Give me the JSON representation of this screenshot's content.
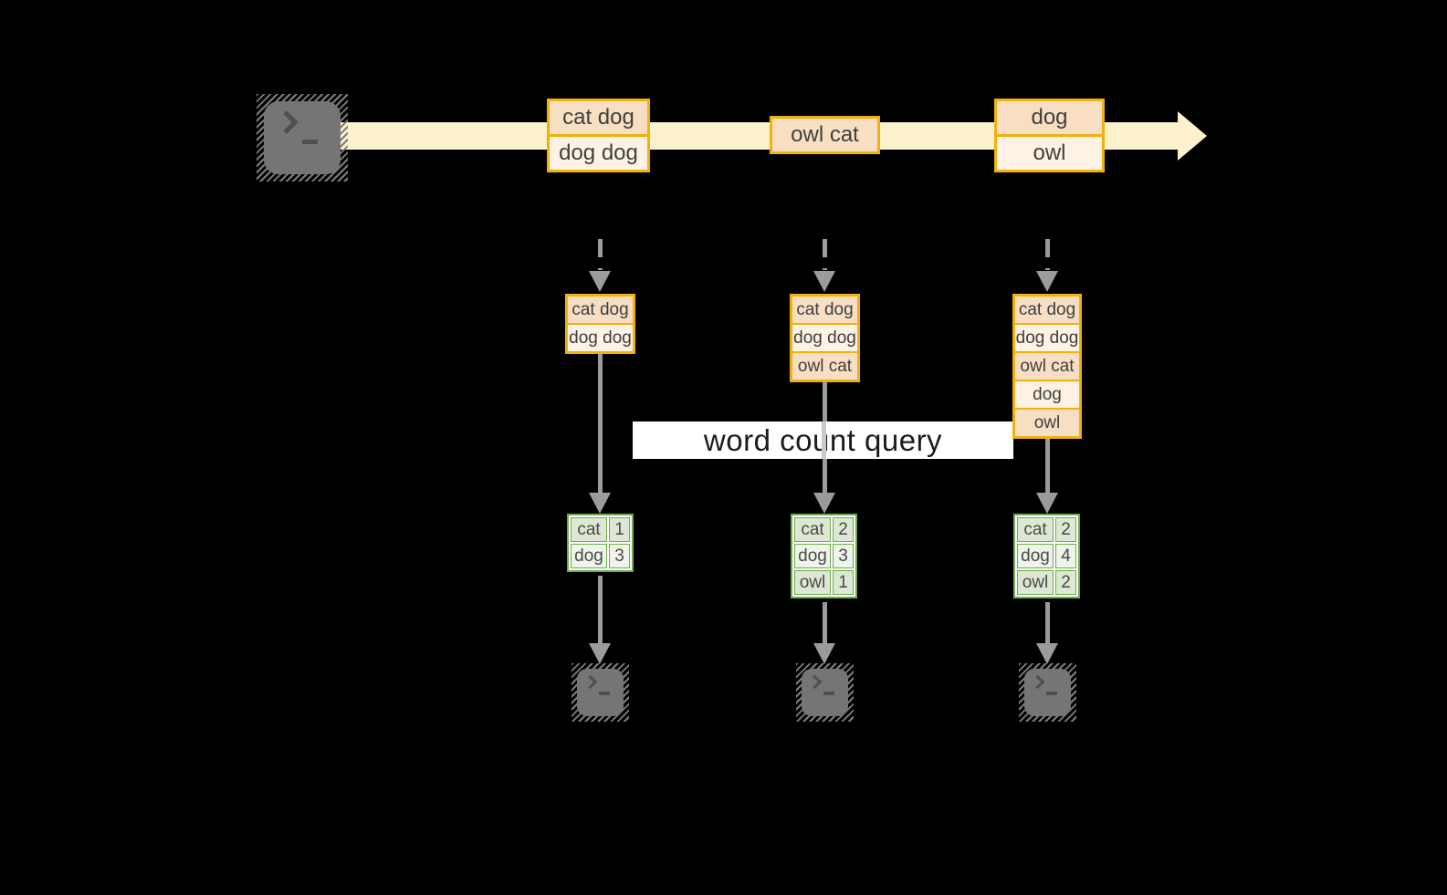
{
  "query_label": "word count query",
  "stream": {
    "batches": [
      {
        "rows": [
          "cat dog",
          "dog dog"
        ]
      },
      {
        "rows": [
          "owl cat"
        ]
      },
      {
        "rows": [
          "dog",
          "owl"
        ]
      }
    ]
  },
  "columns": [
    {
      "input_rows": [
        "cat dog",
        "dog dog"
      ],
      "counts": [
        [
          "cat",
          "1"
        ],
        [
          "dog",
          "3"
        ]
      ]
    },
    {
      "input_rows": [
        "cat dog",
        "dog dog",
        "owl cat"
      ],
      "counts": [
        [
          "cat",
          "2"
        ],
        [
          "dog",
          "3"
        ],
        [
          "owl",
          "1"
        ]
      ]
    },
    {
      "input_rows": [
        "cat dog",
        "dog dog",
        "owl cat",
        "dog",
        "owl"
      ],
      "counts": [
        [
          "cat",
          "2"
        ],
        [
          "dog",
          "4"
        ],
        [
          "owl",
          "2"
        ]
      ]
    }
  ],
  "icons": {
    "source": "terminal-icon",
    "sinks": [
      "terminal-icon",
      "terminal-icon",
      "terminal-icon"
    ]
  },
  "colors": {
    "background": "#000000",
    "amber_border": "#F2B00C",
    "peach_fill": "#F8DFC3",
    "cream_fill": "#FDF2E3",
    "stream_band": "#FCF1CD",
    "green_border": "#6CAD49",
    "green_dark_fill": "#DCE8D3",
    "green_light_fill": "#EEF4EA",
    "arrow_gray": "#9B9B9B",
    "terminal_gray": "#757575"
  }
}
